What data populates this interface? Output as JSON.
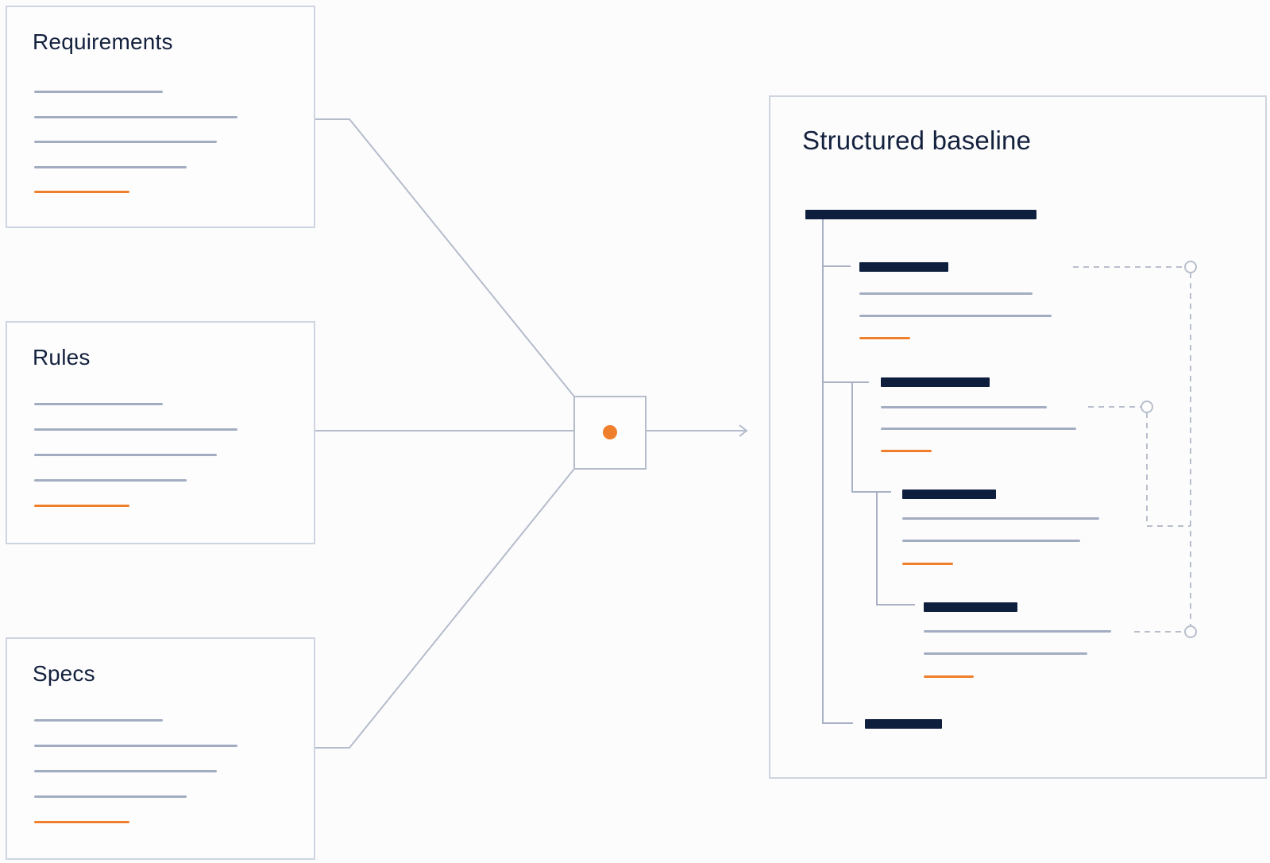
{
  "sources": [
    {
      "title": "Requirements"
    },
    {
      "title": "Rules"
    },
    {
      "title": "Specs"
    }
  ],
  "target": {
    "title": "Structured baseline"
  },
  "colors": {
    "ink": "#0e1e3d",
    "line": "#a3adc2",
    "border": "#cfd5e0",
    "accent": "#f07f2b"
  }
}
